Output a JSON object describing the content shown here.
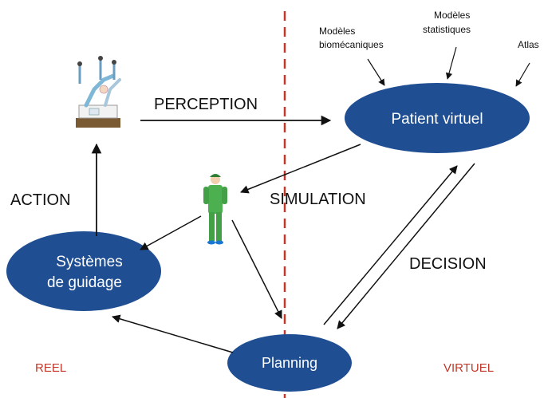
{
  "diagram": {
    "labels": {
      "perception": "PERCEPTION",
      "action": "ACTION",
      "simulation": "SIMULATION",
      "decision": "DECISION",
      "reel": "REEL",
      "virtuel": "VIRTUEL"
    },
    "nodes": {
      "patient_virtuel": "Patient virtuel",
      "systemes_line1": "Systèmes",
      "systemes_line2": "de guidage",
      "planning": "Planning"
    },
    "models": {
      "biomecaniques_line1": "Modèles",
      "biomecaniques_line2": "biomécaniques",
      "statistiques_line1": "Modèles",
      "statistiques_line2": "statistiques",
      "atlas": "Atlas"
    },
    "icons": {
      "robot": "surgical-robot-icon",
      "surgeon": "surgeon-icon"
    },
    "colors": {
      "node_fill": "#1f4e92",
      "node_text": "#ffffff",
      "divider": "#c0392b",
      "side_label": "#c0392b",
      "arrow": "#111111",
      "surgeon_green": "#4caf50"
    }
  }
}
